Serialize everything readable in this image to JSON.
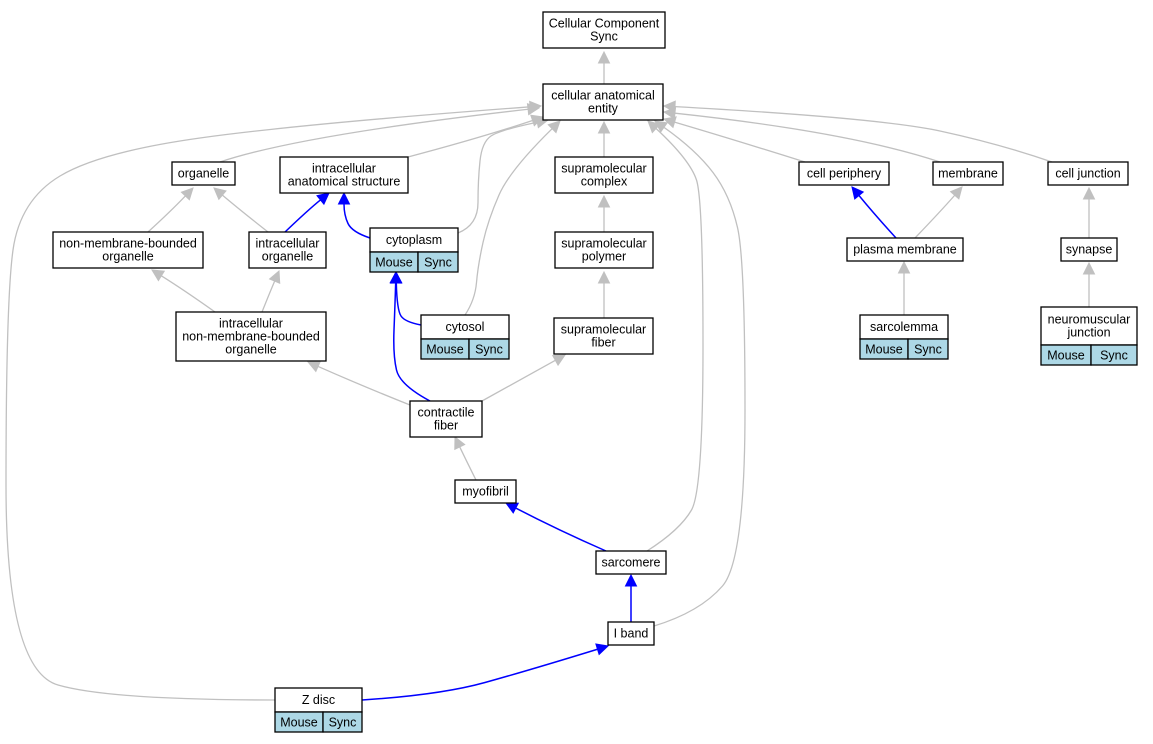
{
  "diagram": {
    "nodes": {
      "cc_sync": {
        "lines": [
          "Cellular Component",
          "Sync"
        ]
      },
      "cae": {
        "lines": [
          "cellular anatomical",
          "entity"
        ]
      },
      "organelle": {
        "lines": [
          "organelle"
        ]
      },
      "ias": {
        "lines": [
          "intracellular",
          "anatomical structure"
        ]
      },
      "cytoplasm": {
        "lines": [
          "cytoplasm"
        ],
        "badges": [
          "Mouse",
          "Sync"
        ]
      },
      "smcomplex": {
        "lines": [
          "supramolecular",
          "complex"
        ]
      },
      "cellperiphery": {
        "lines": [
          "cell periphery"
        ]
      },
      "membrane": {
        "lines": [
          "membrane"
        ]
      },
      "celljunction": {
        "lines": [
          "cell junction"
        ]
      },
      "nmbo": {
        "lines": [
          "non-membrane-bounded",
          "organelle"
        ]
      },
      "io": {
        "lines": [
          "intracellular",
          "organelle"
        ]
      },
      "smpolymer": {
        "lines": [
          "supramolecular",
          "polymer"
        ]
      },
      "plasmamembrane": {
        "lines": [
          "plasma membrane"
        ]
      },
      "synapse": {
        "lines": [
          "synapse"
        ]
      },
      "inmbo": {
        "lines": [
          "intracellular",
          "non-membrane-bounded",
          "organelle"
        ]
      },
      "cytosol": {
        "lines": [
          "cytosol"
        ],
        "badges": [
          "Mouse",
          "Sync"
        ]
      },
      "smfiber": {
        "lines": [
          "supramolecular",
          "fiber"
        ]
      },
      "sarcolemma": {
        "lines": [
          "sarcolemma"
        ],
        "badges": [
          "Mouse",
          "Sync"
        ]
      },
      "nmj": {
        "lines": [
          "neuromuscular",
          "junction"
        ],
        "badges": [
          "Mouse",
          "Sync"
        ]
      },
      "contractile": {
        "lines": [
          "contractile",
          "fiber"
        ]
      },
      "myofibril": {
        "lines": [
          "myofibril"
        ]
      },
      "sarcomere": {
        "lines": [
          "sarcomere"
        ]
      },
      "iband": {
        "lines": [
          "I band"
        ]
      },
      "zdisc": {
        "lines": [
          "Z disc"
        ],
        "badges": [
          "Mouse",
          "Sync"
        ]
      }
    },
    "edges": [
      {
        "from": "cae",
        "to": "cc_sync",
        "relation": "is_a"
      },
      {
        "from": "organelle",
        "to": "cae",
        "relation": "is_a"
      },
      {
        "from": "ias",
        "to": "cae",
        "relation": "is_a"
      },
      {
        "from": "cytoplasm",
        "to": "cae",
        "relation": "is_a"
      },
      {
        "from": "cytoplasm",
        "to": "ias",
        "relation": "part_of"
      },
      {
        "from": "smcomplex",
        "to": "cae",
        "relation": "is_a"
      },
      {
        "from": "cellperiphery",
        "to": "cae",
        "relation": "is_a"
      },
      {
        "from": "membrane",
        "to": "cae",
        "relation": "is_a"
      },
      {
        "from": "celljunction",
        "to": "cae",
        "relation": "is_a"
      },
      {
        "from": "nmbo",
        "to": "organelle",
        "relation": "is_a"
      },
      {
        "from": "io",
        "to": "organelle",
        "relation": "is_a"
      },
      {
        "from": "io",
        "to": "ias",
        "relation": "part_of"
      },
      {
        "from": "smpolymer",
        "to": "smcomplex",
        "relation": "is_a"
      },
      {
        "from": "plasmamembrane",
        "to": "cellperiphery",
        "relation": "part_of"
      },
      {
        "from": "plasmamembrane",
        "to": "membrane",
        "relation": "is_a"
      },
      {
        "from": "synapse",
        "to": "celljunction",
        "relation": "is_a"
      },
      {
        "from": "inmbo",
        "to": "nmbo",
        "relation": "is_a"
      },
      {
        "from": "inmbo",
        "to": "io",
        "relation": "is_a"
      },
      {
        "from": "cytosol",
        "to": "cae",
        "relation": "is_a"
      },
      {
        "from": "cytosol",
        "to": "cytoplasm",
        "relation": "part_of"
      },
      {
        "from": "smfiber",
        "to": "smpolymer",
        "relation": "is_a"
      },
      {
        "from": "sarcolemma",
        "to": "plasmamembrane",
        "relation": "is_a"
      },
      {
        "from": "nmj",
        "to": "synapse",
        "relation": "is_a"
      },
      {
        "from": "contractile",
        "to": "inmbo",
        "relation": "is_a"
      },
      {
        "from": "contractile",
        "to": "smfiber",
        "relation": "is_a"
      },
      {
        "from": "contractile",
        "to": "cytoplasm",
        "relation": "part_of"
      },
      {
        "from": "myofibril",
        "to": "contractile",
        "relation": "is_a"
      },
      {
        "from": "sarcomere",
        "to": "cae",
        "relation": "is_a"
      },
      {
        "from": "sarcomere",
        "to": "myofibril",
        "relation": "part_of"
      },
      {
        "from": "iband",
        "to": "cae",
        "relation": "is_a"
      },
      {
        "from": "iband",
        "to": "sarcomere",
        "relation": "part_of"
      },
      {
        "from": "zdisc",
        "to": "cae",
        "relation": "is_a"
      },
      {
        "from": "zdisc",
        "to": "iband",
        "relation": "part_of"
      }
    ]
  }
}
